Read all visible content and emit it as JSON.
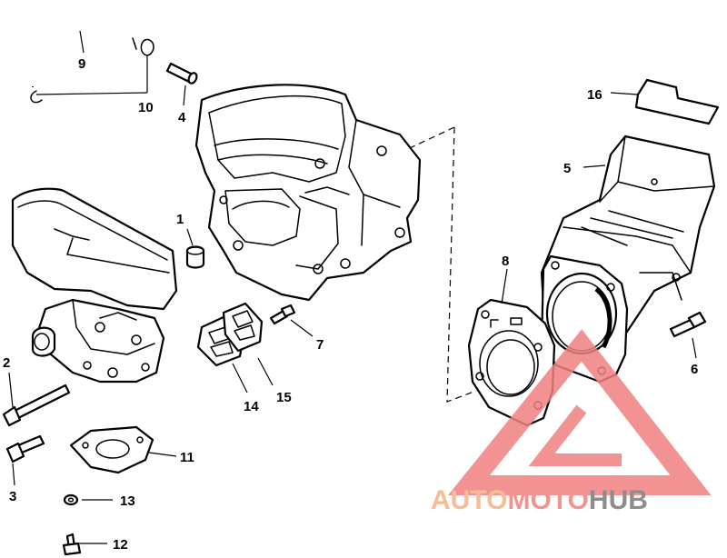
{
  "callouts": {
    "c1": "1",
    "c2": "2",
    "c3": "3",
    "c4": "4",
    "c5": "5",
    "c6": "6",
    "c7": "7",
    "c8": "8",
    "c9": "9",
    "c10": "10",
    "c11": "11",
    "c12": "12",
    "c13": "13",
    "c14": "14",
    "c15": "15",
    "c16": "16"
  },
  "watermark": {
    "part1": "AUTO",
    "part2": "MOTO",
    "part3": "HUB",
    "color1": "#f4b183",
    "color2": "#f08080",
    "color3": "#7a7a7a"
  }
}
